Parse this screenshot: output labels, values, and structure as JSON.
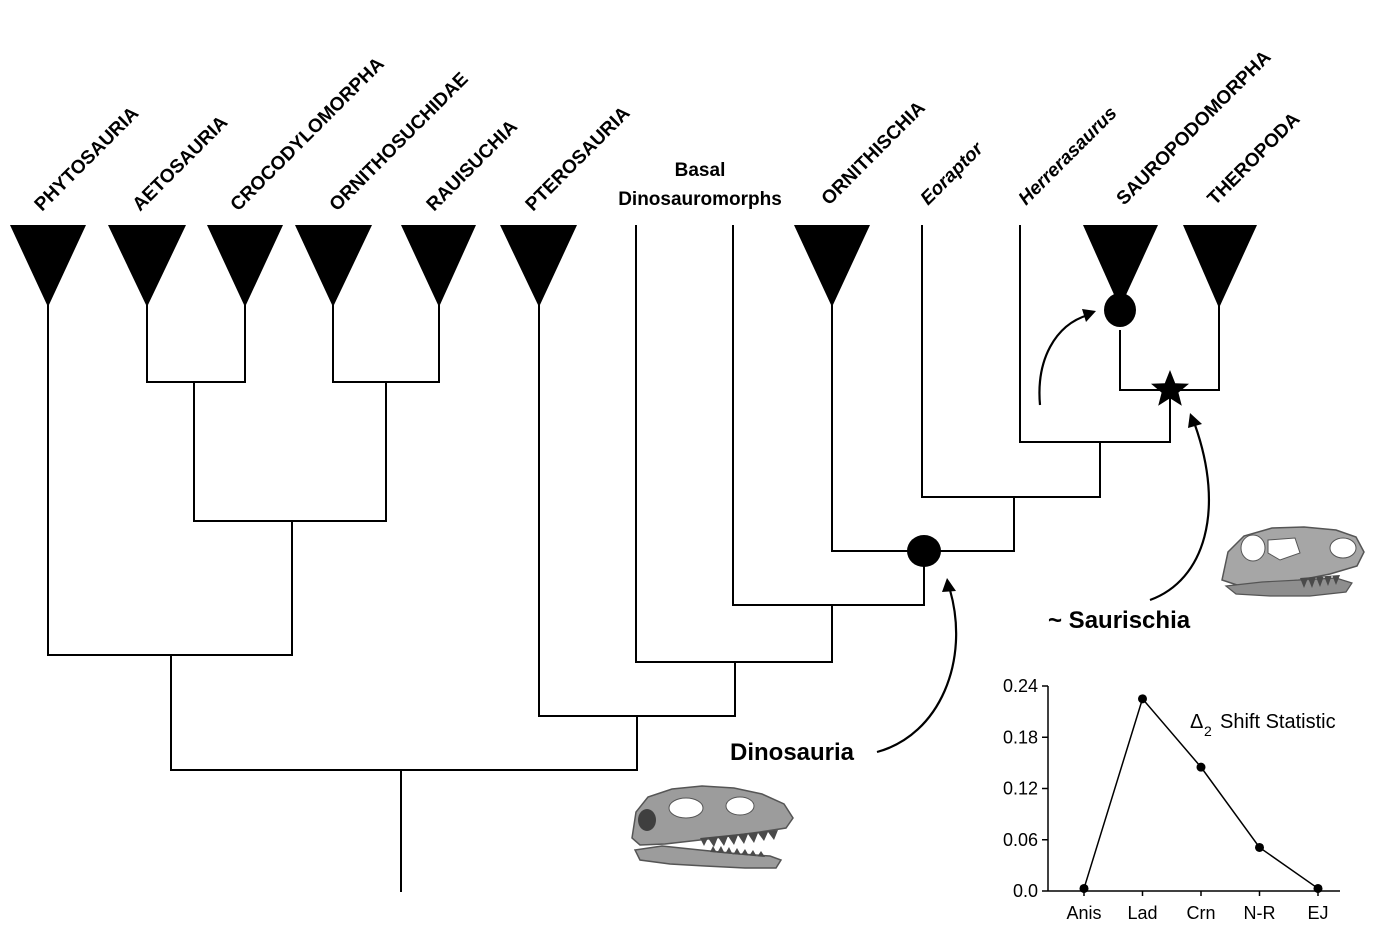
{
  "taxa": {
    "phytosauria": "PHYTOSAURIA",
    "aetosauria": "AETOSAURIA",
    "crocodylomorpha": "CROCODYLOMORPHA",
    "ornithosuchidae": "ORNITHOSUCHIDAE",
    "rauisuchia": "RAUISUCHIA",
    "pterosauria": "PTEROSAURIA",
    "basal_line1": "Basal",
    "basal_line2": "Dinosauromorphs",
    "ornithischia": "ORNITHISCHIA",
    "eoraptor": "Eoraptor",
    "herrerasaurus": "Herrerasaurus",
    "sauropodomorpha": "SAUROPODOMORPHA",
    "theropoda": "THEROPODA"
  },
  "callouts": {
    "dinosauria": "Dinosauria",
    "saurischia": "~ Saurischia"
  },
  "node_markers": {
    "dinosauria": "circle",
    "sauropodomorpha": "circle",
    "saurischia": "star"
  },
  "chart_data": {
    "type": "line",
    "title_symbol": "Δ",
    "title_subscript": "2",
    "title_text": "Shift Statistic",
    "categories": [
      "Anis",
      "Lad",
      "Crn",
      "N-R",
      "EJ"
    ],
    "values": [
      0.003,
      0.225,
      0.145,
      0.051,
      0.003
    ],
    "yticks": [
      "0.0",
      "0.06",
      "0.12",
      "0.18",
      "0.24"
    ],
    "ylim": [
      0,
      0.24
    ],
    "grid": false
  },
  "colors": {
    "ink": "#000000",
    "skull_fill": "#9c9c9c",
    "skull_dark": "#4a4a4a"
  }
}
